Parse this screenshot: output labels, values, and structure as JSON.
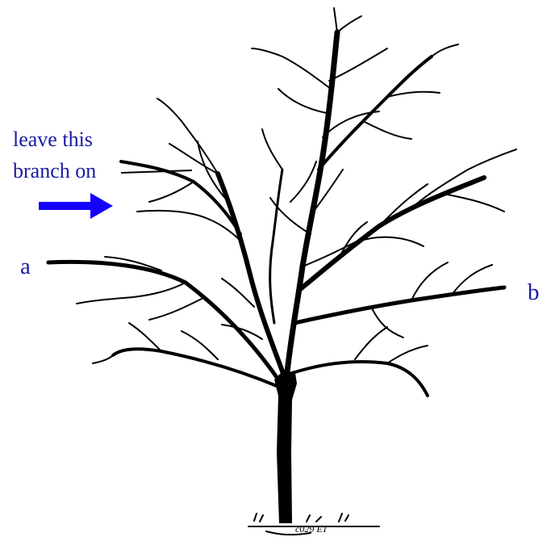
{
  "annotation": {
    "line1": "leave this",
    "line2": "branch on"
  },
  "labels": {
    "a": "a",
    "b": "b"
  },
  "signature": "c029 E1",
  "colors": {
    "label_text": "#1a1aa6",
    "arrow": "#1400ff",
    "tree": "#000000"
  }
}
